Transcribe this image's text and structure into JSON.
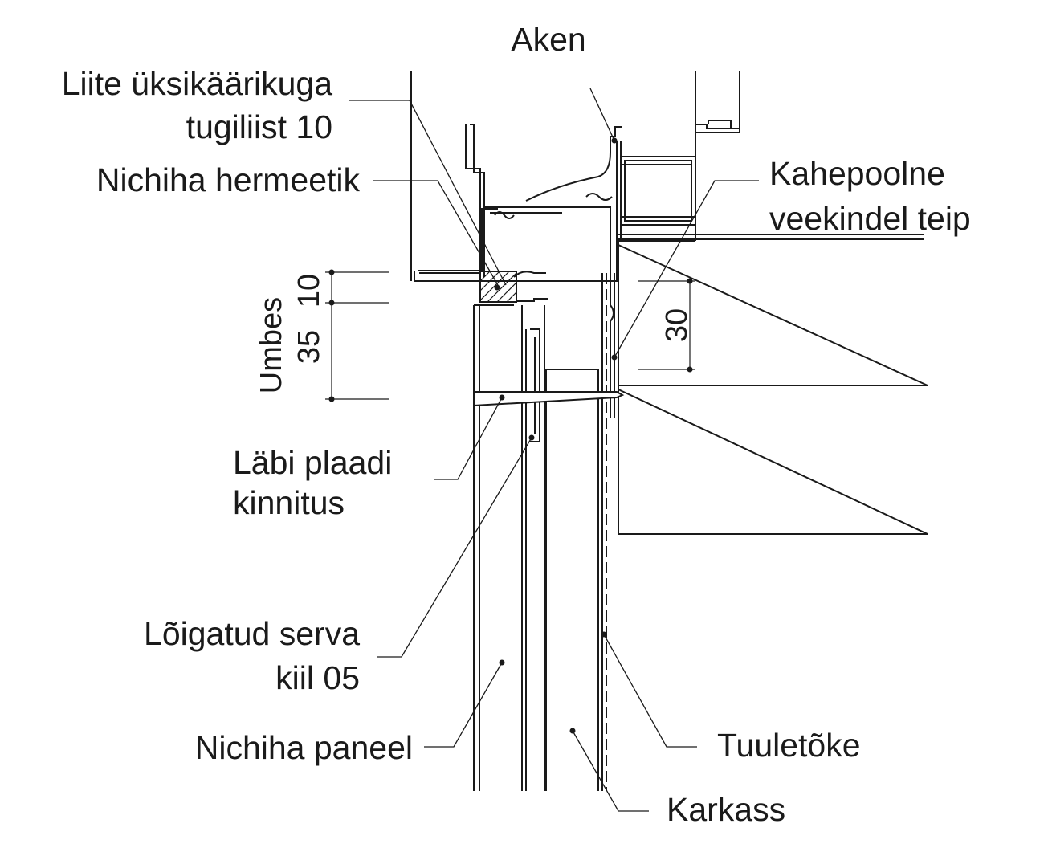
{
  "labels": {
    "aken": "Aken",
    "liite_line1": "Liite üksikäärikuga",
    "liite_line2": "tugiliist 10",
    "hermeetik": "Nichiha hermeetik",
    "teip_line1": "Kahepoolne",
    "teip_line2": "veekindel teip",
    "kinnitus_line1": "Läbi plaadi",
    "kinnitus_line2": "kinnitus",
    "kiil_line1": "Lõigatud serva",
    "kiil_line2": "kiil 05",
    "paneel": "Nichiha paneel",
    "tuuletoke": "Tuuletõke",
    "karkass": "Karkass"
  },
  "dimensions": {
    "d10": "10",
    "d35": "35",
    "umbes": "Umbes",
    "d30": "30"
  }
}
